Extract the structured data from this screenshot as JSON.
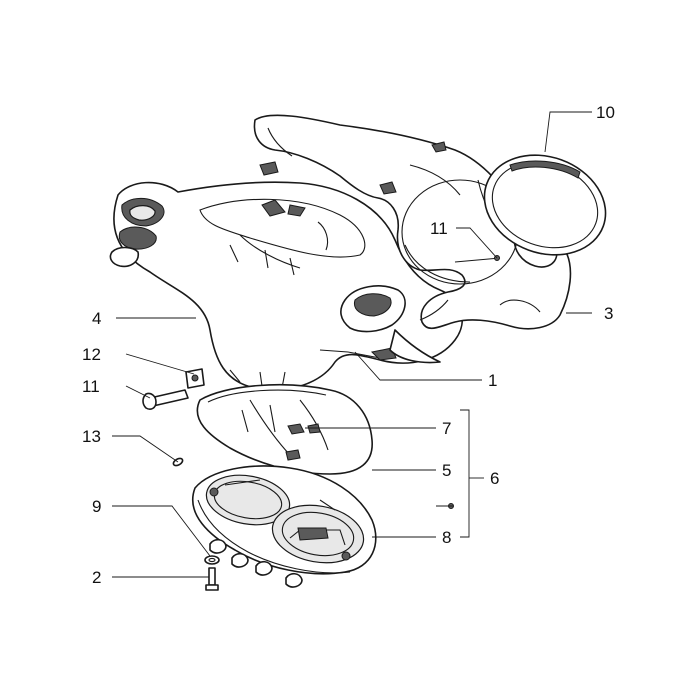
{
  "parts": {
    "p1": "1",
    "p2": "2",
    "p3": "3",
    "p4": "4",
    "p5": "5",
    "p6": "6",
    "p7": "7",
    "p8": "8",
    "p9": "9",
    "p10": "10",
    "p11_upper": "11",
    "p11_lower": "11",
    "p12": "12",
    "p13": "13"
  }
}
